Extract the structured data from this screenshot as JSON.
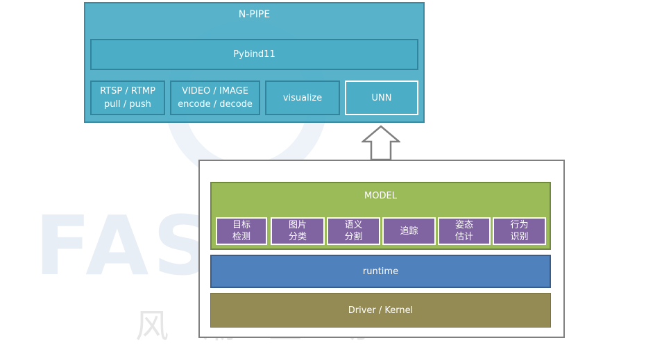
{
  "colors": {
    "npipe": "#4BACC6",
    "model": "#9BBB59",
    "model_items": "#8064A2",
    "runtime": "#4F81BD",
    "driver": "#948A54",
    "frame": "#7F7F7F"
  },
  "watermark": {
    "logo_text": "FASHION",
    "cn_text": "风潮互动"
  },
  "npipe": {
    "title": "N-PIPE",
    "pybind": "Pybind11",
    "modules": [
      "RTSP  / RTMP\npull / push",
      "VIDEO / IMAGE\nencode / decode",
      "visualize",
      "UNN"
    ]
  },
  "arrow": {
    "icon": "up-arrow-icon"
  },
  "stack": {
    "model": {
      "title": "MODEL",
      "items": [
        "目标\n检测",
        "图片\n分类",
        "语义\n分割",
        "追踪",
        "姿态\n估计",
        "行为\n识别"
      ]
    },
    "runtime": "runtime",
    "driver": "Driver / Kernel"
  }
}
